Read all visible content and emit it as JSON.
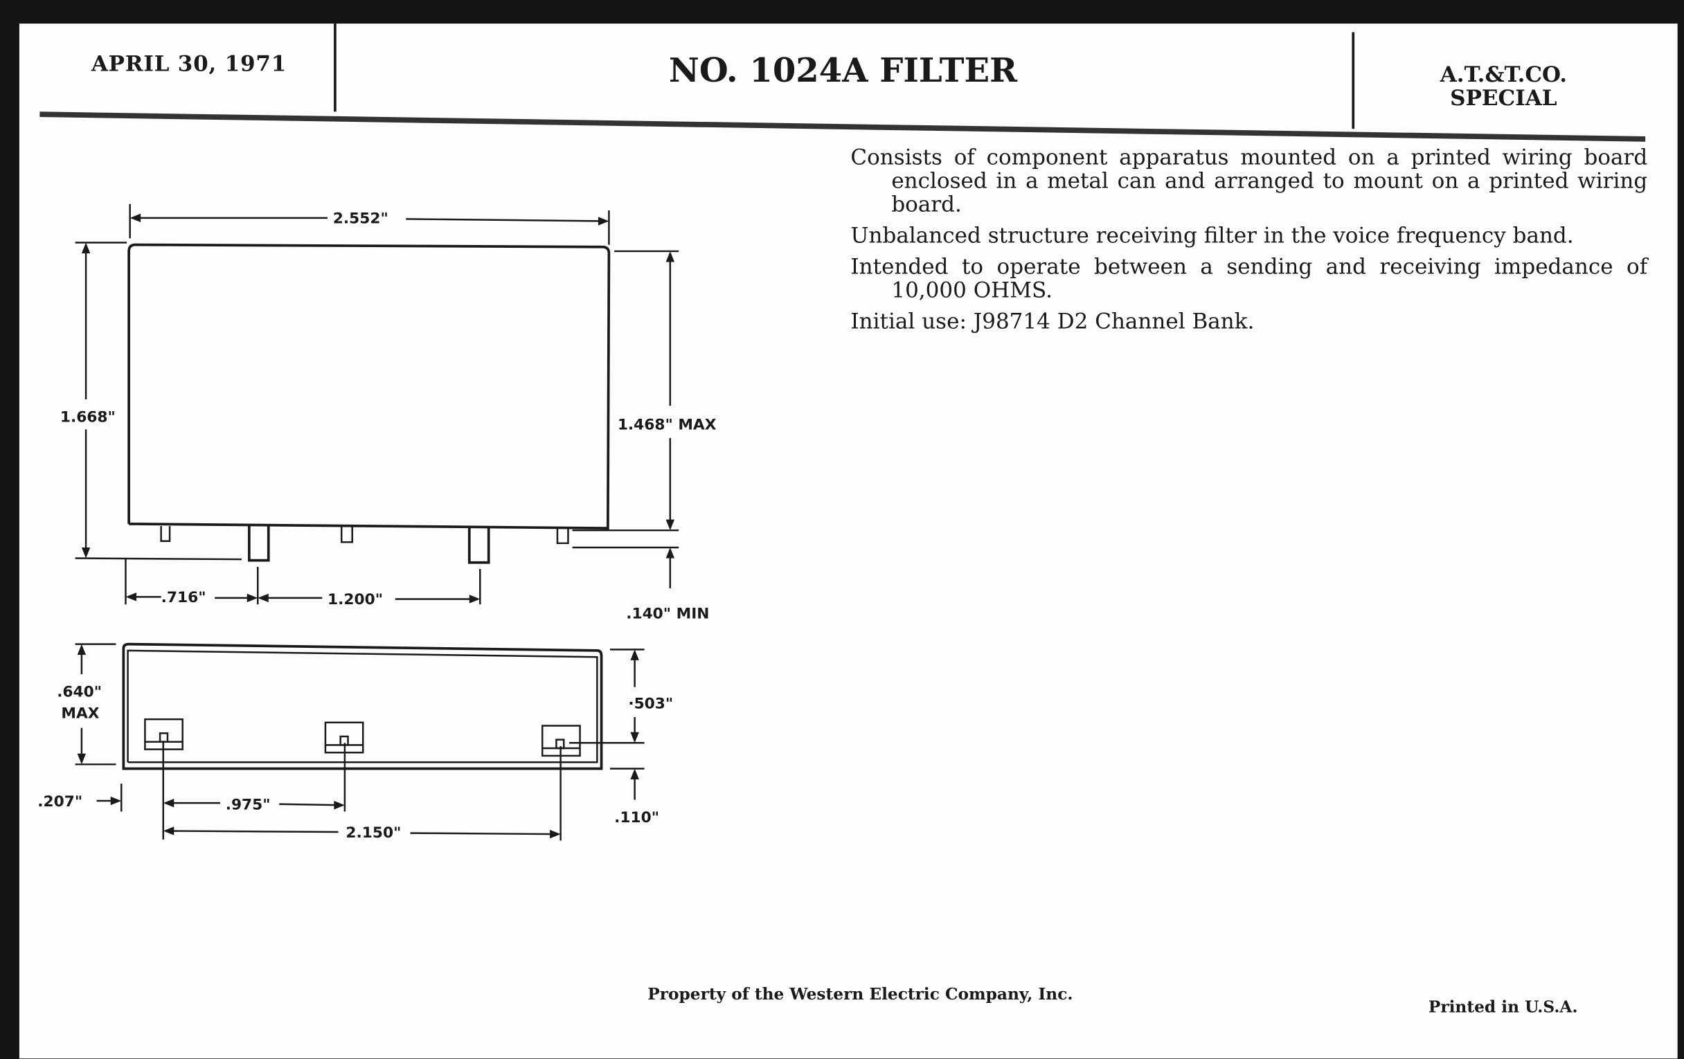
{
  "header": {
    "date": "APRIL 30, 1971",
    "title": "NO. 1024A FILTER",
    "company_line1": "A.T.&T.CO.",
    "company_line2": "SPECIAL"
  },
  "description": [
    "Consists of component apparatus mounted on a printed wiring board enclosed in a metal can and arranged to mount on a printed wiring board.",
    "Unbalanced structure receiving filter in the voice frequency band.",
    "Intended to operate between a sending and receiving impedance of 10,000 OHMS.",
    "Initial use:  J98714 D2 Channel Bank."
  ],
  "drawing": {
    "dimensions": {
      "length": "2.552\"",
      "height_overall": "1.668\"",
      "height_max": "1.468\" MAX",
      "standoff_min": ".140\" MIN",
      "pin_offset": ".716\"",
      "pin_spacing": "1.200\"",
      "depth_max_1": ".640\"",
      "depth_max_2": "MAX",
      "pad_height": "·503\"",
      "pad_offset": ".110\"",
      "edge_offset": ".207\"",
      "pad_spacing": ".975\"",
      "pad_span": "2.150\""
    }
  },
  "footer": {
    "property": "Property of the Western Electric Company, Inc.",
    "printed": "Printed in U.S.A."
  }
}
